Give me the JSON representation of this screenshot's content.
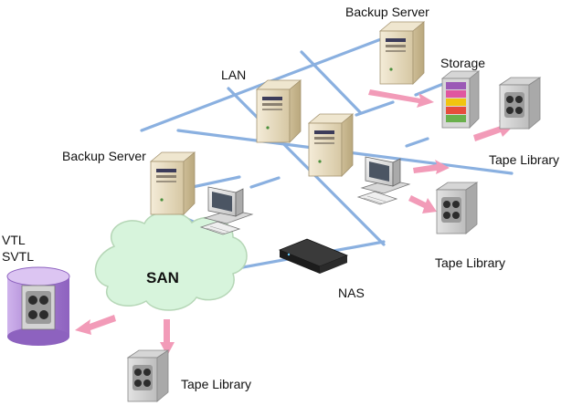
{
  "labels": {
    "backup_server_top": "Backup Server",
    "lan": "LAN",
    "storage": "Storage",
    "backup_server_left": "Backup Server",
    "tape_library_right_top": "Tape Library",
    "vtl": "VTL",
    "svtl": "SVTL",
    "san": "SAN",
    "tape_library_mid": "Tape Library",
    "nas": "NAS",
    "tape_library_bottom": "Tape Library"
  },
  "colors": {
    "network_line": "#8ab0e0",
    "arrow": "#f29bb8",
    "san_cloud": "#d7f4dc",
    "server_beige": "#e8dcc0",
    "tape_gray": "#c9c9c9",
    "vtl_purple": "#b48fd6",
    "background": "#ffffff"
  },
  "icons": [
    "server-icon",
    "workstation-icon",
    "tape-library-icon",
    "storage-array-icon",
    "nas-device-icon",
    "vtl-cylinder-icon",
    "san-cloud-icon",
    "transfer-arrow-icon"
  ]
}
